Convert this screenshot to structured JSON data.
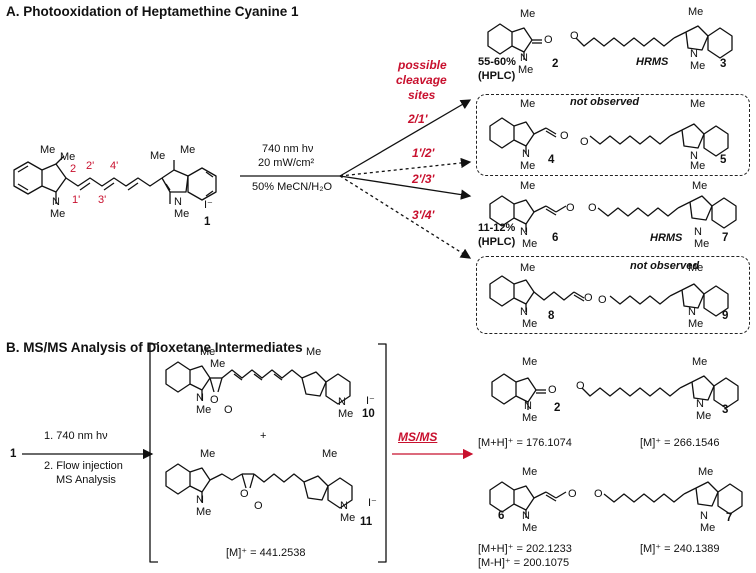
{
  "sectionA": {
    "title": "A. Photooxidation of Heptamethine Cyanine 1",
    "conditions": {
      "line1": "740 nm hν",
      "line2": "20 mW/cm²",
      "line3": "50% MeCN/H₂O"
    },
    "possible": {
      "l1": "possible",
      "l2": "cleavage",
      "l3": "sites"
    },
    "sites": [
      "2/1'",
      "1'/2'",
      "2'/3'",
      "3'/4'"
    ],
    "cmpd1": "1",
    "positions": [
      "2",
      "2'",
      "4'",
      "1'",
      "3'"
    ],
    "products": {
      "p2": {
        "label": "2",
        "yield1": "55-60%",
        "yield2": "(HPLC)"
      },
      "p3": {
        "label": "3",
        "note": "HRMS"
      },
      "p4": {
        "label": "4"
      },
      "p5": {
        "label": "5"
      },
      "p6": {
        "label": "6",
        "yield1": "11-12%",
        "yield2": "(HPLC)"
      },
      "p7": {
        "label": "7",
        "note": "HRMS"
      },
      "p8": {
        "label": "8"
      },
      "p9": {
        "label": "9"
      }
    },
    "not_observed": "not observed"
  },
  "sectionB": {
    "title": "B. MS/MS Analysis of Dioxetane Intermediates",
    "start": "1",
    "step1": "1.  740 nm hν",
    "step2a": "2.  Flow injection",
    "step2b": "MS Analysis",
    "plus": "+",
    "c10": "10",
    "c11": "11",
    "mass_int": "[M]⁺ = 441.2538",
    "arrow_label": "MS/MS",
    "prod": {
      "p2": {
        "label": "2",
        "mass": "[M+H]⁺ = 176.1074"
      },
      "p3": {
        "label": "3",
        "mass": "[M]⁺ = 266.1546"
      },
      "p6": {
        "label": "6",
        "mass1": "[M+H]⁺ = 202.1233",
        "mass2": "[M-H]⁺ = 200.1075"
      },
      "p7": {
        "label": "7",
        "mass": "[M]⁺ = 240.1389"
      }
    }
  },
  "atoms": {
    "me": "Me",
    "n": "N",
    "o": "O",
    "iodide": "I⁻",
    "plus_sign": "+"
  }
}
